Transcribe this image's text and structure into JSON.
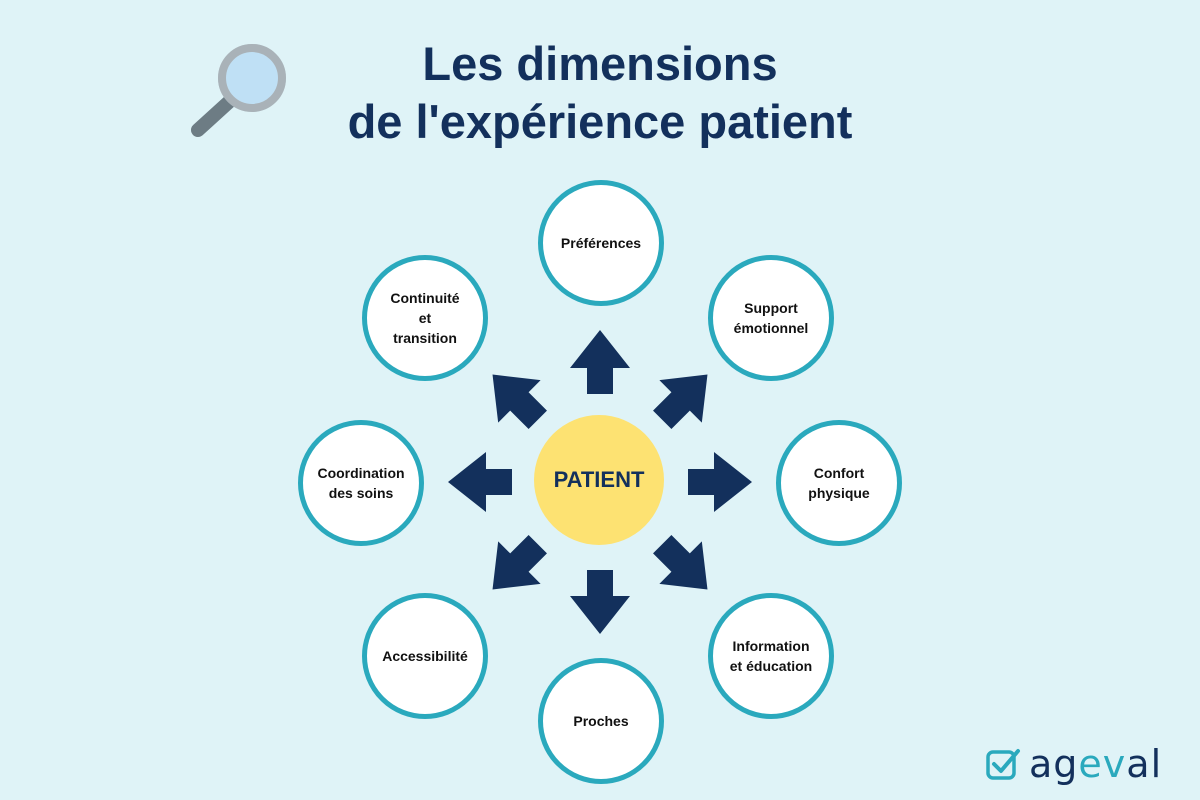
{
  "title": {
    "line1": "Les dimensions",
    "line2": "de l'expérience patient"
  },
  "center": {
    "label": "PATIENT"
  },
  "dimensions": [
    {
      "id": "preferences",
      "lines": [
        "Préférences"
      ]
    },
    {
      "id": "support-emotionnel",
      "lines": [
        "Support",
        "émotionnel"
      ]
    },
    {
      "id": "confort-physique",
      "lines": [
        "Confort",
        "physique"
      ]
    },
    {
      "id": "information-education",
      "lines": [
        "Information",
        "et éducation"
      ]
    },
    {
      "id": "proches",
      "lines": [
        "Proches"
      ]
    },
    {
      "id": "accessibilite",
      "lines": [
        "Accessibilité"
      ]
    },
    {
      "id": "coordination-soins",
      "lines": [
        "Coordination",
        "des soins"
      ]
    },
    {
      "id": "continuite-transition",
      "lines": [
        "Continuité et",
        "transition"
      ]
    }
  ],
  "logo": {
    "part1": "ag",
    "part2": "ev",
    "part3": "al"
  },
  "colors": {
    "background": "#dff3f7",
    "navy": "#13305c",
    "teal": "#2aa9bd",
    "yellow": "#fde272"
  },
  "icons": {
    "header": "magnifier-icon",
    "logo": "checkbox-check-icon"
  }
}
